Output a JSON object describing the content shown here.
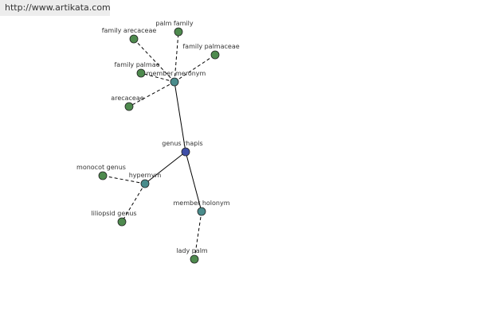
{
  "source_url": "http://www.artikata.com",
  "colors": {
    "center": "#3f4fa8",
    "relation": "#4a8c8c",
    "word": "#4e8a4e",
    "edge": "#000000"
  },
  "nodes": {
    "center": "genus rhapis",
    "member_meronym": "member meronym",
    "hypernym": "hypernym",
    "member_holonym": "member holonym",
    "palm_family": "palm family",
    "family_arecaceae": "family arecaceae",
    "family_palmaceae": "family palmaceae",
    "family_palmae": "family palmae",
    "arecaceae": "arecaceae",
    "monocot_genus": "monocot genus",
    "liliopsid_genus": "liliopsid genus",
    "lady_palm": "lady palm"
  }
}
